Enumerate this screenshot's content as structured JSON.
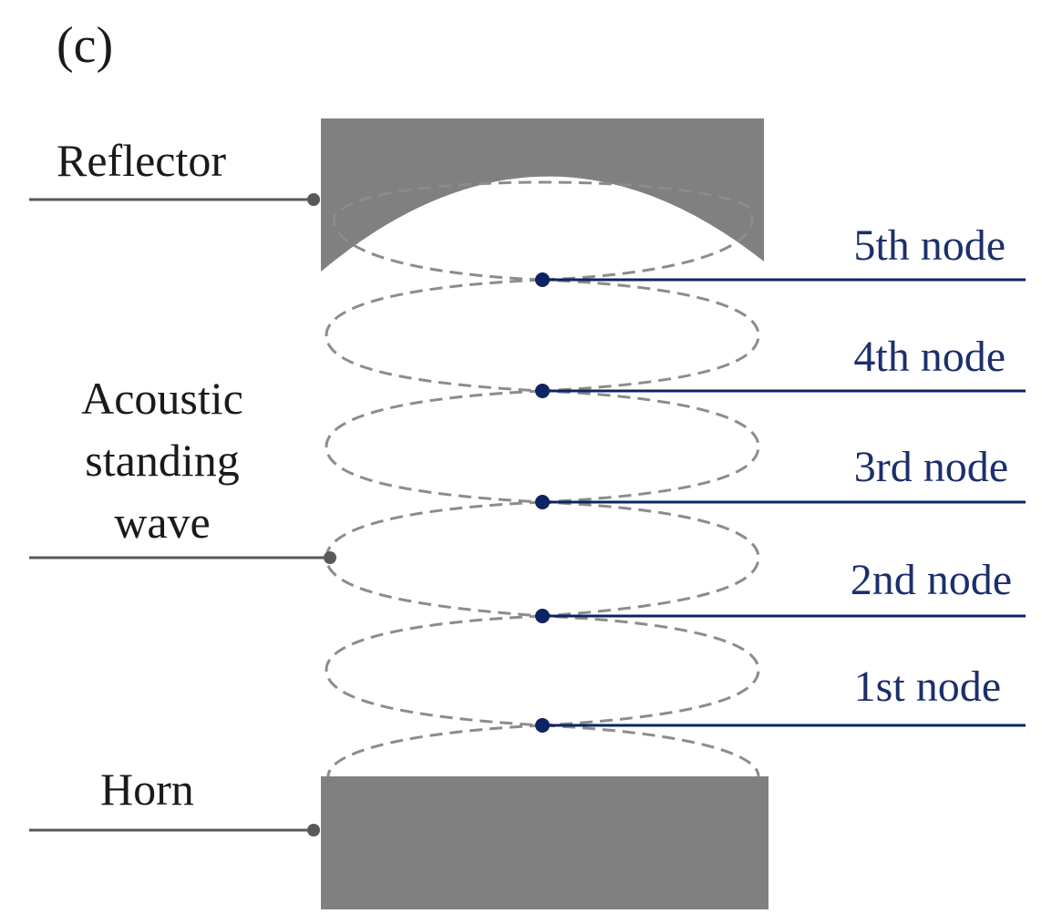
{
  "panel_label": "(c)",
  "labels": {
    "reflector": "Reflector",
    "wave_line1": "Acoustic",
    "wave_line2": "standing",
    "wave_line3": "wave",
    "horn": "Horn"
  },
  "nodes": [
    "5th node",
    "4th node",
    "3rd node",
    "2nd node",
    "1st node"
  ],
  "colors": {
    "block": "#808080",
    "leader_gray": "#595959",
    "node_blue": "#0d2463",
    "dash": "#8c8c8c"
  }
}
